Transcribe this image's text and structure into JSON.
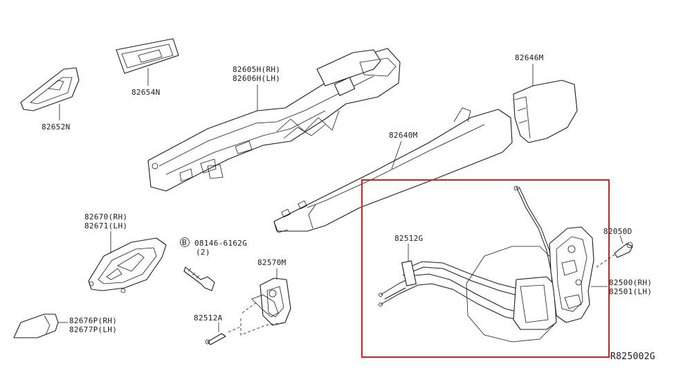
{
  "highlight_color": "#d42020",
  "labels": {
    "p82652n": "82652N",
    "p82654n": "82654N",
    "p82605h": "82605H(RH)",
    "p82606h": "82606H(LH)",
    "p82646m": "82646M",
    "p82640m": "82640M",
    "p82670": "82670(RH)",
    "p82671": "82671(LH)",
    "bolt_b": "B",
    "bolt_code": "08146-6162G",
    "bolt_qty": "(2)",
    "p82570m": "82570M",
    "p82512a": "82512A",
    "p82676p": "82676P(RH)",
    "p82677p": "82677P(LH)",
    "p82512g": "82512G",
    "p82050d": "82050D",
    "p82500": "82500(RH)",
    "p82501": "82501(LH)",
    "ref": "R825002G"
  }
}
